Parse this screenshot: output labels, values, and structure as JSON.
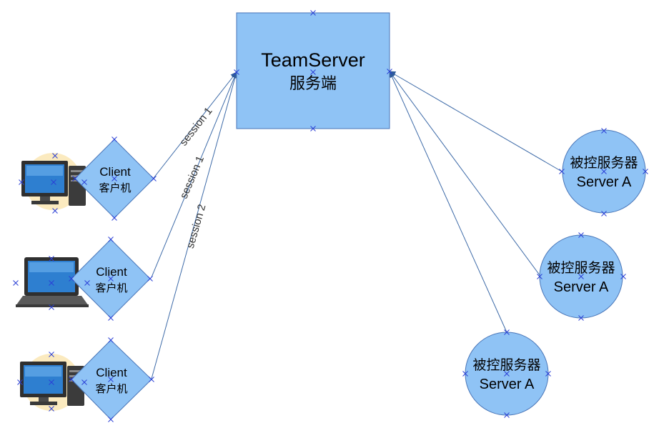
{
  "colors": {
    "node_fill": "#8FC3F5",
    "node_stroke": "#4A76B8",
    "edge": "#3E6BA8",
    "marker": "#2A3FD6",
    "monitor_bezel": "#2F2F2F",
    "screen": "#2E7FD0",
    "glow": "#F7D98A"
  },
  "team_server": {
    "line1": "TeamServer",
    "line2": "服务端"
  },
  "clients": [
    {
      "device": "desktop-computer",
      "line1": "Client",
      "line2": "客户机"
    },
    {
      "device": "laptop-computer",
      "line1": "Client",
      "line2": "客户机"
    },
    {
      "device": "desktop-computer",
      "line1": "Client",
      "line2": "客户机"
    }
  ],
  "servers": [
    {
      "line1": "被控服务器",
      "line2": "Server A"
    },
    {
      "line1": "被控服务器",
      "line2": "Server A"
    },
    {
      "line1": "被控服务器",
      "line2": "Server A"
    }
  ],
  "sessions": [
    {
      "label": "session 1"
    },
    {
      "label": "session 1"
    },
    {
      "label": "session 2"
    }
  ]
}
